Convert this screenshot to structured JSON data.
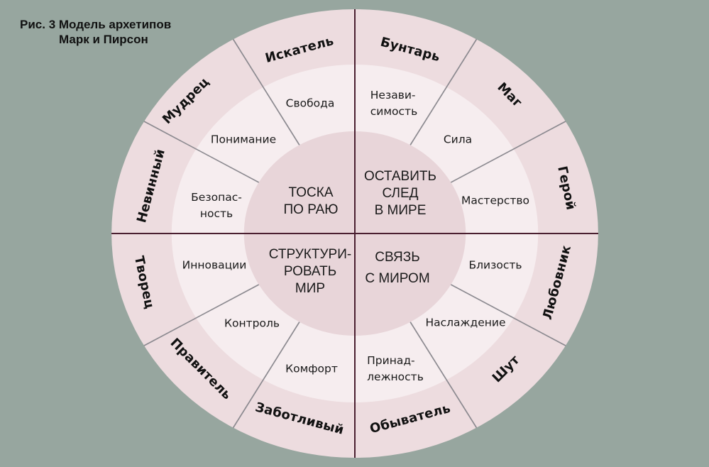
{
  "caption": {
    "line1": "Рис. 3 Модель архетипов",
    "line2": "Марк и Пирсон"
  },
  "colors": {
    "background": "#97a69f",
    "outer_ring": "#eddcdf",
    "middle_ring": "#f6edef",
    "inner_disc": "#e8d5d9",
    "axis_lines": "#4a1f30",
    "spoke_lines": "#8c8a90"
  },
  "core_motivations": [
    {
      "id": "top-left",
      "lines": [
        "ТОСКА",
        "ПО РАЮ"
      ]
    },
    {
      "id": "top-right",
      "lines": [
        "ОСТАВИТЬ",
        "СЛЕД",
        "В МИРЕ"
      ]
    },
    {
      "id": "bottom-left",
      "lines": [
        "СТРУКТУРИ-",
        "РОВАТЬ",
        "МИР"
      ]
    },
    {
      "id": "bottom-right",
      "lines": [
        "СВЯЗЬ",
        "С МИРОМ"
      ]
    }
  ],
  "values": [
    {
      "lines": [
        "Свобода"
      ]
    },
    {
      "lines": [
        "Незави-",
        "симость"
      ]
    },
    {
      "lines": [
        "Сила"
      ]
    },
    {
      "lines": [
        "Мастерство"
      ]
    },
    {
      "lines": [
        "Близость"
      ]
    },
    {
      "lines": [
        "Наслаждение"
      ]
    },
    {
      "lines": [
        "Принад-",
        "лежность"
      ]
    },
    {
      "lines": [
        "Комфорт"
      ]
    },
    {
      "lines": [
        "Контроль"
      ]
    },
    {
      "lines": [
        "Инновации"
      ]
    },
    {
      "lines": [
        "Безопас-",
        "ность"
      ]
    },
    {
      "lines": [
        "Понимание"
      ]
    }
  ],
  "archetypes": [
    "Искатель",
    "Бунтарь",
    "Маг",
    "Герой",
    "Любовник",
    "Шут",
    "Обыватель",
    "Заботливый",
    "Правитель",
    "Творец",
    "Невинный",
    "Мудрец"
  ]
}
